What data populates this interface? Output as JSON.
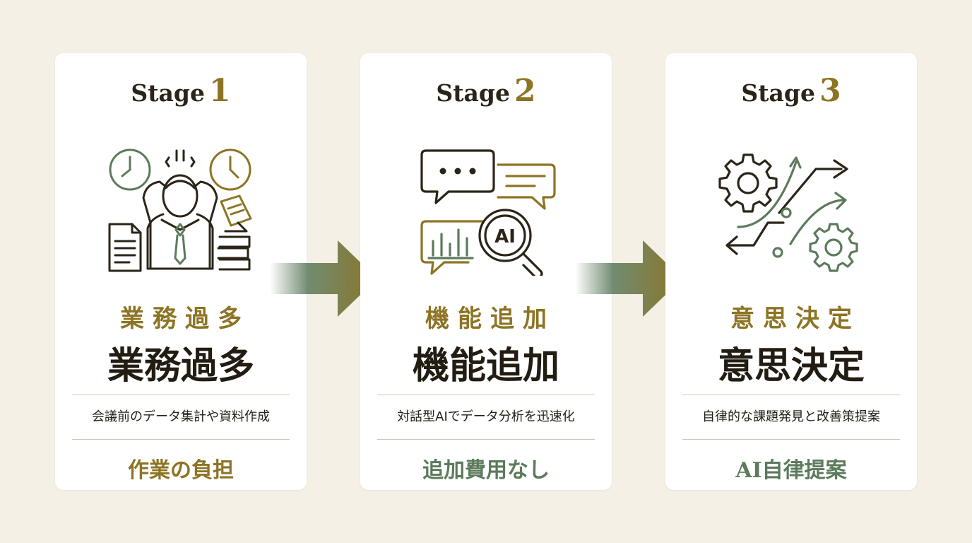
{
  "colors": {
    "background": "#f4f0e5",
    "card": "#ffffff",
    "gold": "#8d7424",
    "green": "#5c7a5c",
    "dark": "#2b2418"
  },
  "stages": [
    {
      "stage_word": "Stage",
      "number": "1",
      "icon": "overworked-person-icon",
      "sub_heading": "業務過多",
      "main_heading": "業務過多",
      "description": "会議前のデータ集計や資料作成",
      "tagline": "作業の負担"
    },
    {
      "stage_word": "Stage",
      "number": "2",
      "icon": "ai-chat-analysis-icon",
      "icon_text": "AI",
      "sub_heading": "機能追加",
      "main_heading": "機能追加",
      "description": "対話型AIでデータ分析を迅速化",
      "tagline": "追加費用なし"
    },
    {
      "stage_word": "Stage",
      "number": "3",
      "icon": "gears-decision-arrows-icon",
      "sub_heading": "意思決定",
      "main_heading": "意思決定",
      "description": "自律的な課題発見と改善策提案",
      "tagline": "AI自律提案"
    }
  ],
  "connectors": [
    "arrow-right-icon",
    "arrow-right-icon"
  ]
}
